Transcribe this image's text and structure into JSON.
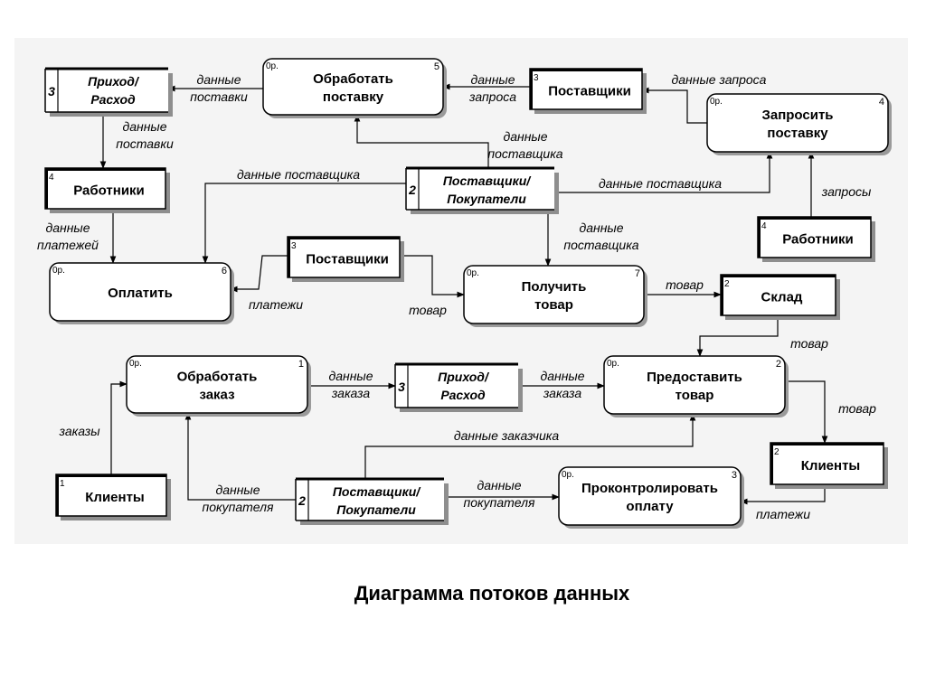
{
  "caption": "Диаграмма потоков данных",
  "processes": [
    {
      "id": "p5",
      "tag": "0р.",
      "num": "5",
      "lines": [
        "Обработать",
        "поставку"
      ]
    },
    {
      "id": "p4",
      "tag": "0р.",
      "num": "4",
      "lines": [
        "Запросить",
        "поставку"
      ]
    },
    {
      "id": "p6",
      "tag": "0р.",
      "num": "6",
      "lines": [
        "Оплатить"
      ]
    },
    {
      "id": "p7",
      "tag": "0р.",
      "num": "7",
      "lines": [
        "Получить",
        "товар"
      ]
    },
    {
      "id": "p1",
      "tag": "0р.",
      "num": "1",
      "lines": [
        "Обработать",
        "заказ"
      ]
    },
    {
      "id": "p2",
      "tag": "0р.",
      "num": "2",
      "lines": [
        "Предоставить",
        "товар"
      ]
    },
    {
      "id": "p3",
      "tag": "0р.",
      "num": "3",
      "lines": [
        "Проконтролировать",
        "оплату"
      ]
    }
  ],
  "stores": [
    {
      "id": "s3a",
      "num": "3",
      "lines": [
        "Приход/",
        "Расход"
      ]
    },
    {
      "id": "s2a",
      "num": "2",
      "lines": [
        "Поставщики/",
        "Покупатели"
      ]
    },
    {
      "id": "s3b",
      "num": "3",
      "lines": [
        "Приход/",
        "Расход"
      ]
    },
    {
      "id": "s2b",
      "num": "2",
      "lines": [
        "Поставщики/",
        "Покупатели"
      ]
    }
  ],
  "entities": [
    {
      "id": "e3a",
      "num": "3",
      "label": "Поставщики"
    },
    {
      "id": "e4a",
      "num": "4",
      "label": "Работники"
    },
    {
      "id": "e4b",
      "num": "4",
      "label": "Работники"
    },
    {
      "id": "e3b",
      "num": "3",
      "label": "Поставщики"
    },
    {
      "id": "e2",
      "num": "2",
      "label": "Склад"
    },
    {
      "id": "e1a",
      "num": "1",
      "label": "Клиенты"
    },
    {
      "id": "e2b",
      "num": "2",
      "label": "Клиенты"
    }
  ],
  "flows": [
    {
      "id": "f1",
      "lines": [
        "данные",
        "поставки"
      ]
    },
    {
      "id": "f2",
      "lines": [
        "данные",
        "запроса"
      ]
    },
    {
      "id": "f3",
      "lines": [
        "данные запроса"
      ]
    },
    {
      "id": "f4",
      "lines": [
        "данные",
        "поставки"
      ]
    },
    {
      "id": "f5",
      "lines": [
        "данные",
        "поставщика"
      ]
    },
    {
      "id": "f6",
      "lines": [
        "данные поставщика"
      ]
    },
    {
      "id": "f7",
      "lines": [
        "данные поставщика"
      ]
    },
    {
      "id": "f8",
      "lines": [
        "запросы"
      ]
    },
    {
      "id": "f9",
      "lines": [
        "данные",
        "платежей"
      ]
    },
    {
      "id": "f10",
      "lines": [
        "данные",
        "поставщика"
      ]
    },
    {
      "id": "f11",
      "lines": [
        "платежи"
      ]
    },
    {
      "id": "f12",
      "lines": [
        "товар"
      ]
    },
    {
      "id": "f13",
      "lines": [
        "товар"
      ]
    },
    {
      "id": "f14",
      "lines": [
        "товар"
      ]
    },
    {
      "id": "f15",
      "lines": [
        "данные",
        "заказа"
      ]
    },
    {
      "id": "f16",
      "lines": [
        "данные",
        "заказа"
      ]
    },
    {
      "id": "f17",
      "lines": [
        "товар"
      ]
    },
    {
      "id": "f18",
      "lines": [
        "заказы"
      ]
    },
    {
      "id": "f19",
      "lines": [
        "данные заказчика"
      ]
    },
    {
      "id": "f20",
      "lines": [
        "данные",
        "покупателя"
      ]
    },
    {
      "id": "f21",
      "lines": [
        "данные",
        "покупателя"
      ]
    },
    {
      "id": "f22",
      "lines": [
        "платежи"
      ]
    }
  ]
}
